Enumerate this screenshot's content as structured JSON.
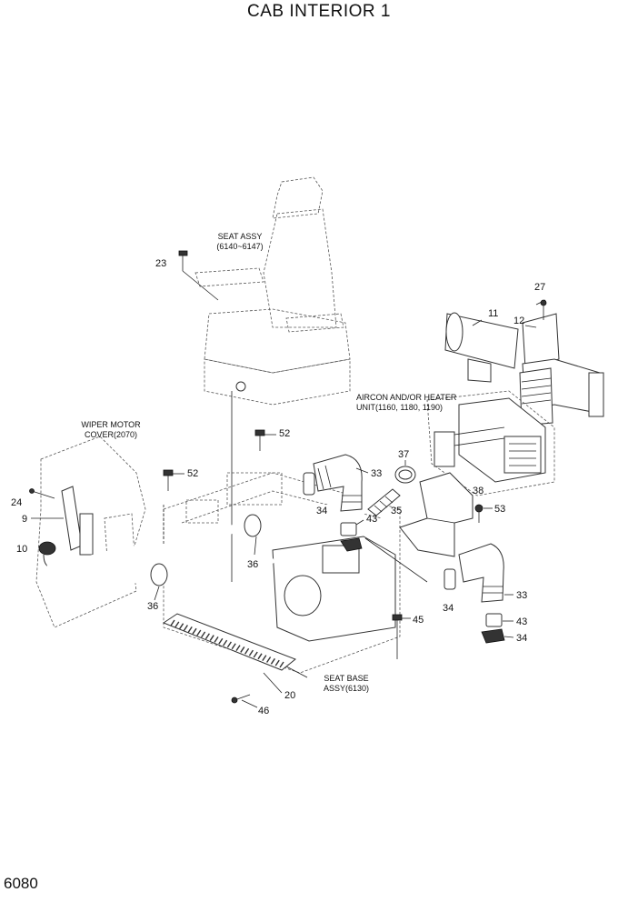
{
  "title": "CAB INTERIOR 1",
  "page_number": "6080",
  "captions": {
    "seat_assy": [
      "SEAT ASSY",
      "(6140~6147)"
    ],
    "wiper_cover": [
      "WIPER MOTOR",
      "COVER(2070)"
    ],
    "aircon_unit": [
      "AIRCON AND/OR HEATER",
      "UNIT(1160, 1180, 1190)"
    ],
    "seat_base": [
      "SEAT BASE",
      "ASSY(6130)"
    ]
  },
  "callouts": {
    "c23": "23",
    "c27": "27",
    "c11": "11",
    "c12": "12",
    "c52a": "52",
    "c52b": "52",
    "c24": "24",
    "c9": "9",
    "c10": "10",
    "c37": "37",
    "c33a": "33",
    "c34a": "34",
    "c35": "35",
    "c43a": "43",
    "c38": "38",
    "c53": "53",
    "c36a": "36",
    "c36b": "36",
    "c34b": "34",
    "c33b": "33",
    "c43b": "43",
    "c34c": "34",
    "c45": "45",
    "c20": "20",
    "c46": "46"
  }
}
